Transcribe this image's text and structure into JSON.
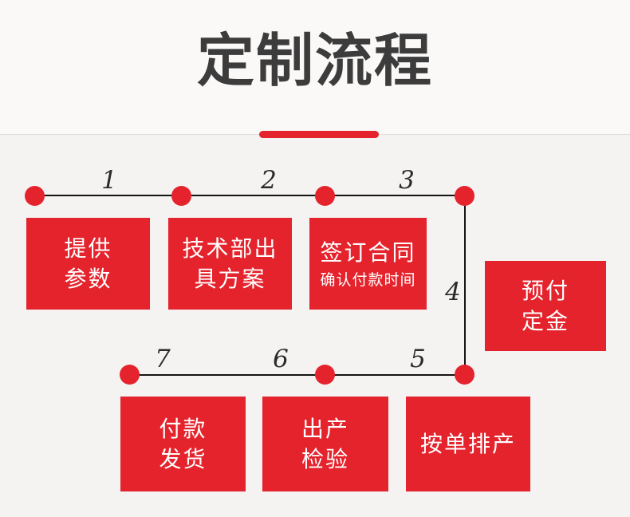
{
  "page": {
    "title": "定制流程"
  },
  "theme": {
    "accent_red": "#e5232c",
    "title_color": "#3c3c3c",
    "background": "#f4f3f2",
    "header_background": "#faf9f8",
    "divider_color": "#dfdedd",
    "line_color": "#141414",
    "box_text_color": "#ffffff"
  },
  "flow": {
    "step_numbers": [
      "1",
      "2",
      "3",
      "4",
      "5",
      "6",
      "7"
    ],
    "boxes": {
      "provide_params": {
        "line1": "提供",
        "line2": "参数"
      },
      "tech_dept_plan": {
        "line1": "技术部出",
        "line2": "具方案"
      },
      "sign_contract": {
        "line1": "签订合同",
        "line2": "确认付款时间"
      },
      "prepay_deposit": {
        "line1": "预付",
        "line2": "定金"
      },
      "payment_shipping": {
        "line1": "付款",
        "line2": "发货"
      },
      "production_inspection": {
        "line1": "出产",
        "line2": "检验"
      },
      "schedule_production": {
        "line1": "按单排产"
      }
    }
  }
}
